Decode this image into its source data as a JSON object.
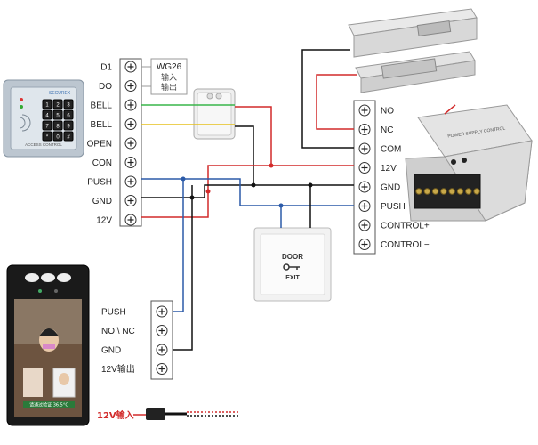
{
  "keypad": {
    "brand": "SECUREX",
    "footer": "ACCESS CONTROL",
    "keys": [
      "1",
      "2",
      "3",
      "4",
      "5",
      "6",
      "7",
      "8",
      "9",
      "*",
      "0",
      "#"
    ]
  },
  "keypad_terminals": [
    "D1",
    "DO",
    "BELL",
    "BELL",
    "OPEN",
    "CON",
    "PUSH",
    "GND",
    "12V"
  ],
  "wg26": {
    "title": "WG26",
    "line1": "输入",
    "line2": "输出"
  },
  "psu_terminals": [
    "NO",
    "NC",
    "COM",
    "12V",
    "GND",
    "PUSH",
    "CONTROL+",
    "CONTROL−"
  ],
  "psu": {
    "label": "POWER SUPPLY CONTROL"
  },
  "exit_button": {
    "line1": "DOOR",
    "line2": "EXIT"
  },
  "face_terminals": [
    "PUSH",
    "NO \\ NC",
    "GND",
    "12V输出"
  ],
  "face_device": {
    "caption": "请通过验证 36.5°C"
  },
  "power_in_label": "12V输入",
  "colors": {
    "red_wire": "#d22a2a",
    "black_wire": "#111111",
    "blue_wire": "#2b5aa8",
    "green_wire": "#39b54a",
    "yellow_wire": "#e6c11d"
  }
}
